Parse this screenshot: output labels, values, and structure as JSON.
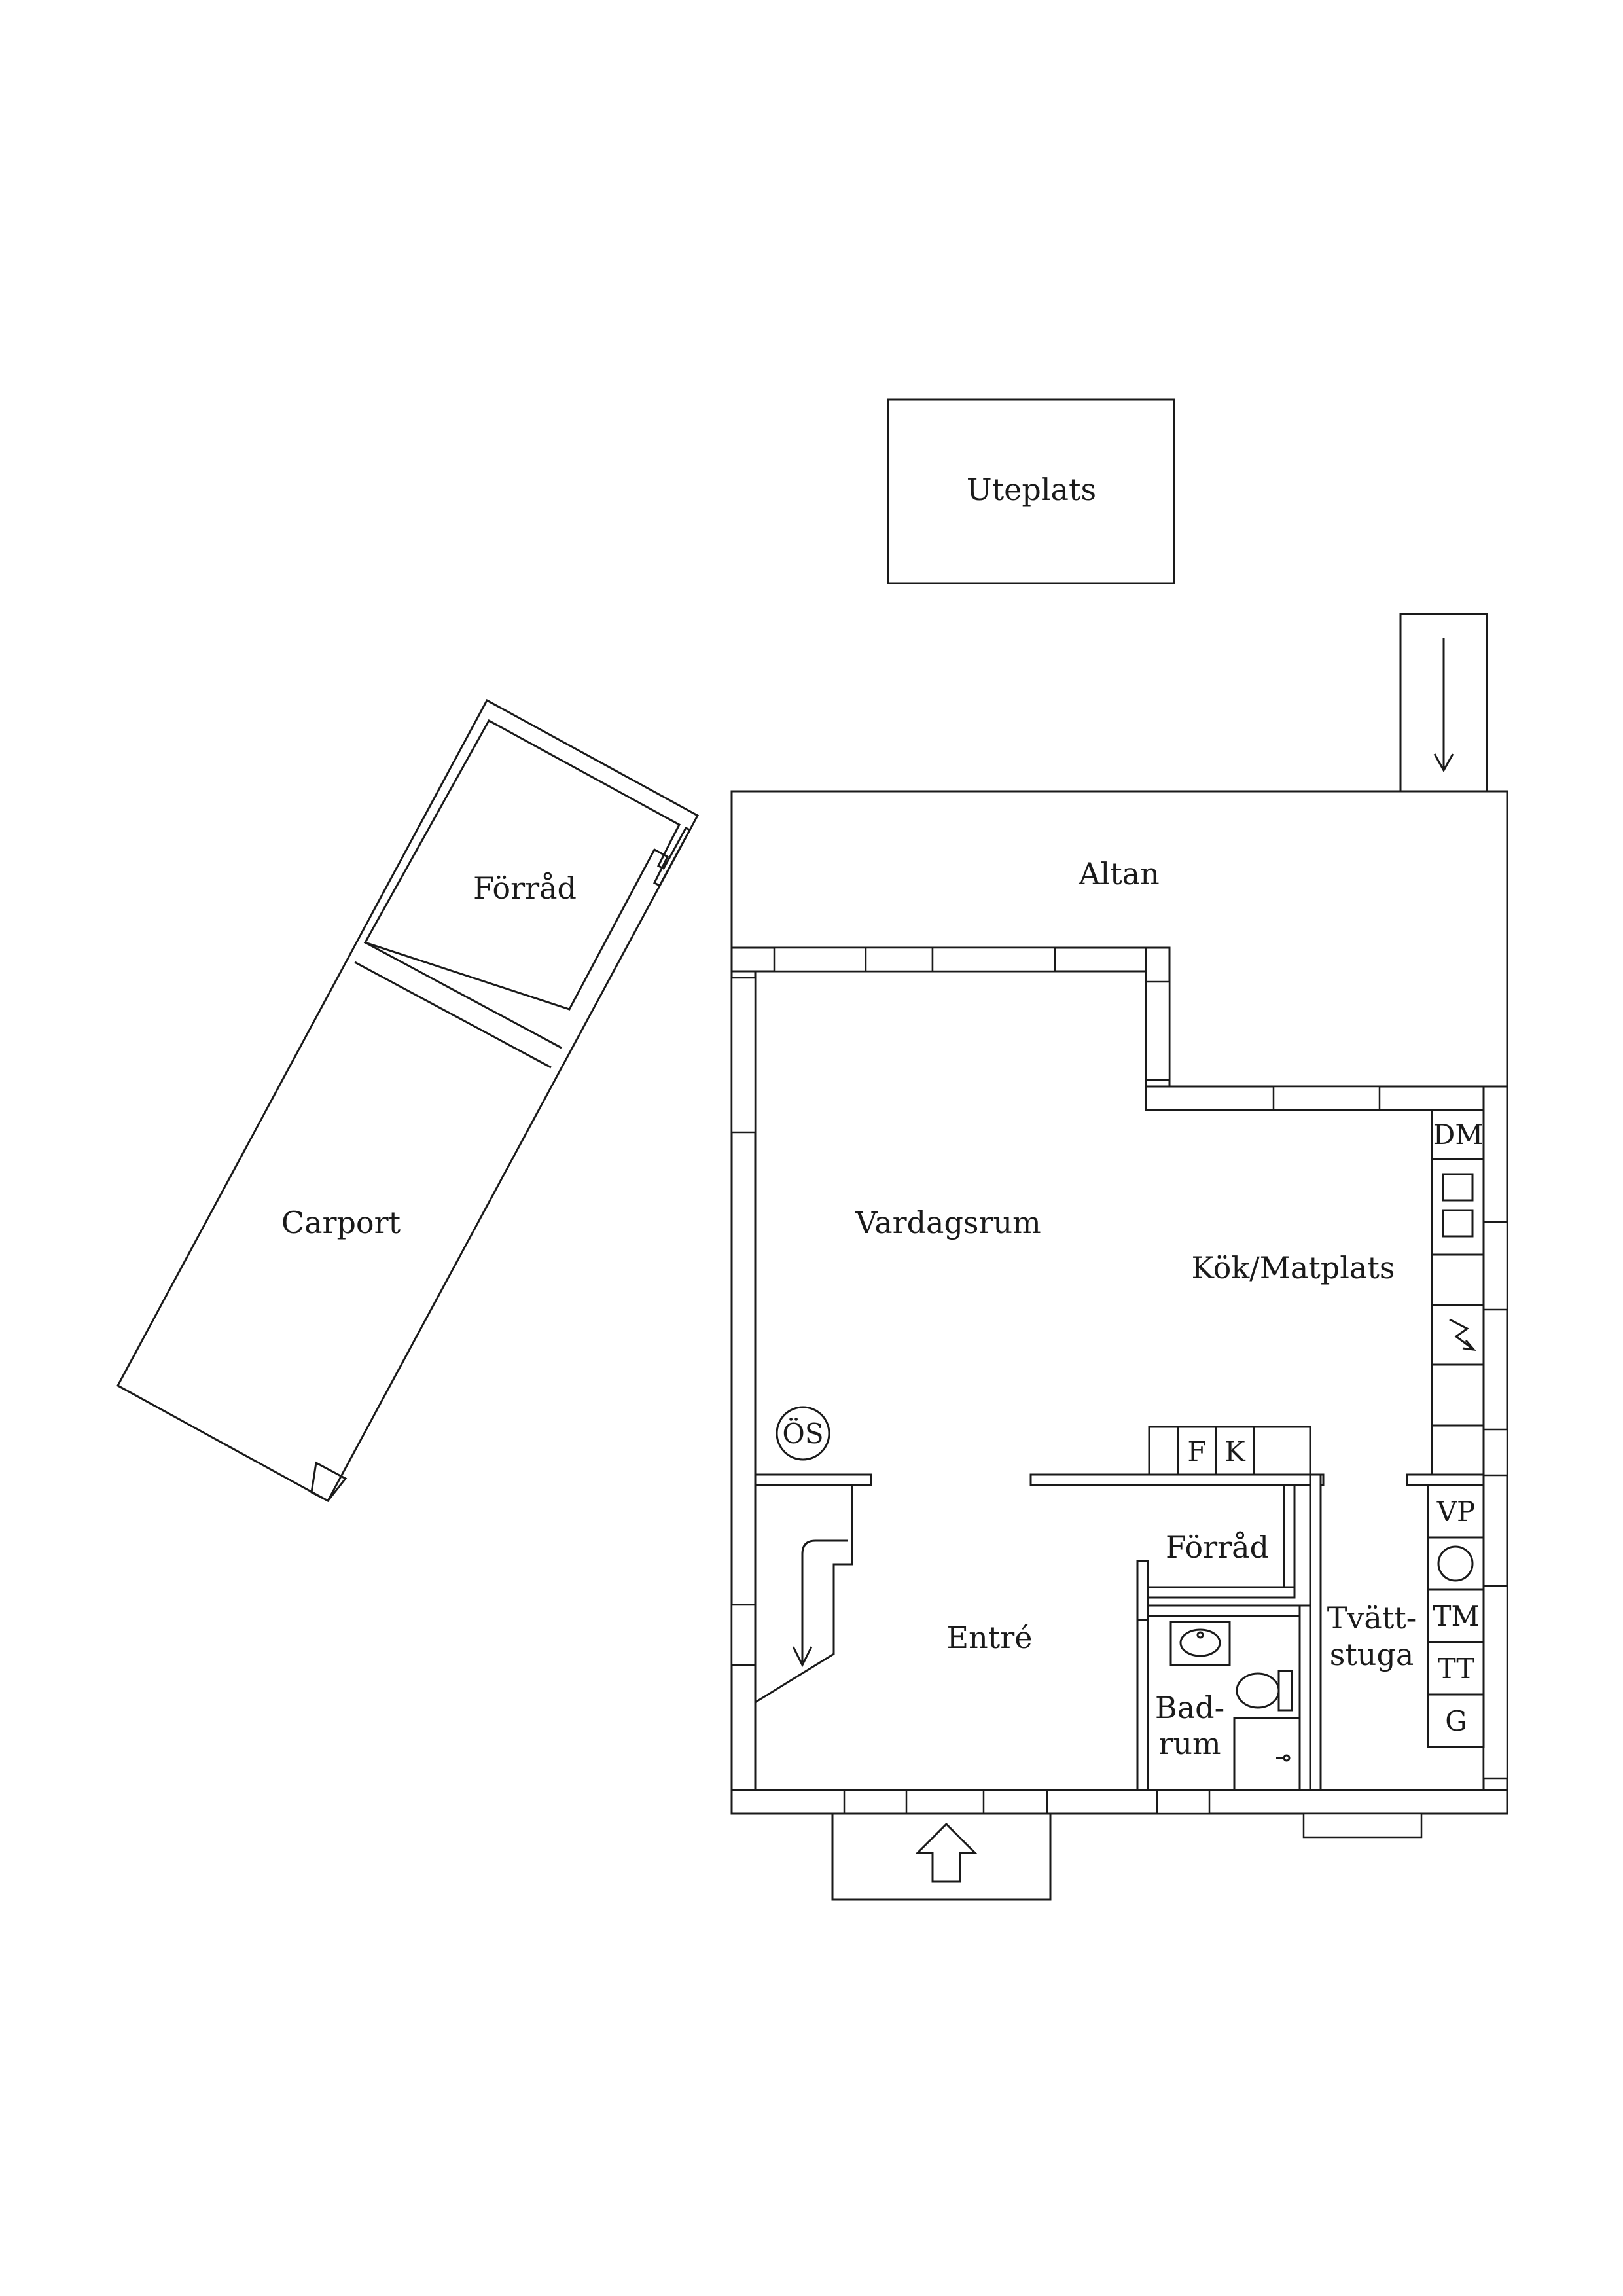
{
  "rooms": {
    "uteplats": "Uteplats",
    "altan": "Altan",
    "forrad_outbuilding": "Förråd",
    "carport": "Carport",
    "vardagsrum": "Vardagsrum",
    "kok": "Kök/Matplats",
    "entre": "Entré",
    "forrad": "Förråd",
    "badrum_1": "Bad-",
    "badrum_2": "rum",
    "tvattstuga_1": "Tvätt-",
    "tvattstuga_2": "stuga"
  },
  "fixtures": {
    "os": "ÖS",
    "f": "F",
    "k": "K",
    "dm": "DM",
    "vp": "VP",
    "tm": "TM",
    "tt": "TT",
    "g": "G"
  }
}
